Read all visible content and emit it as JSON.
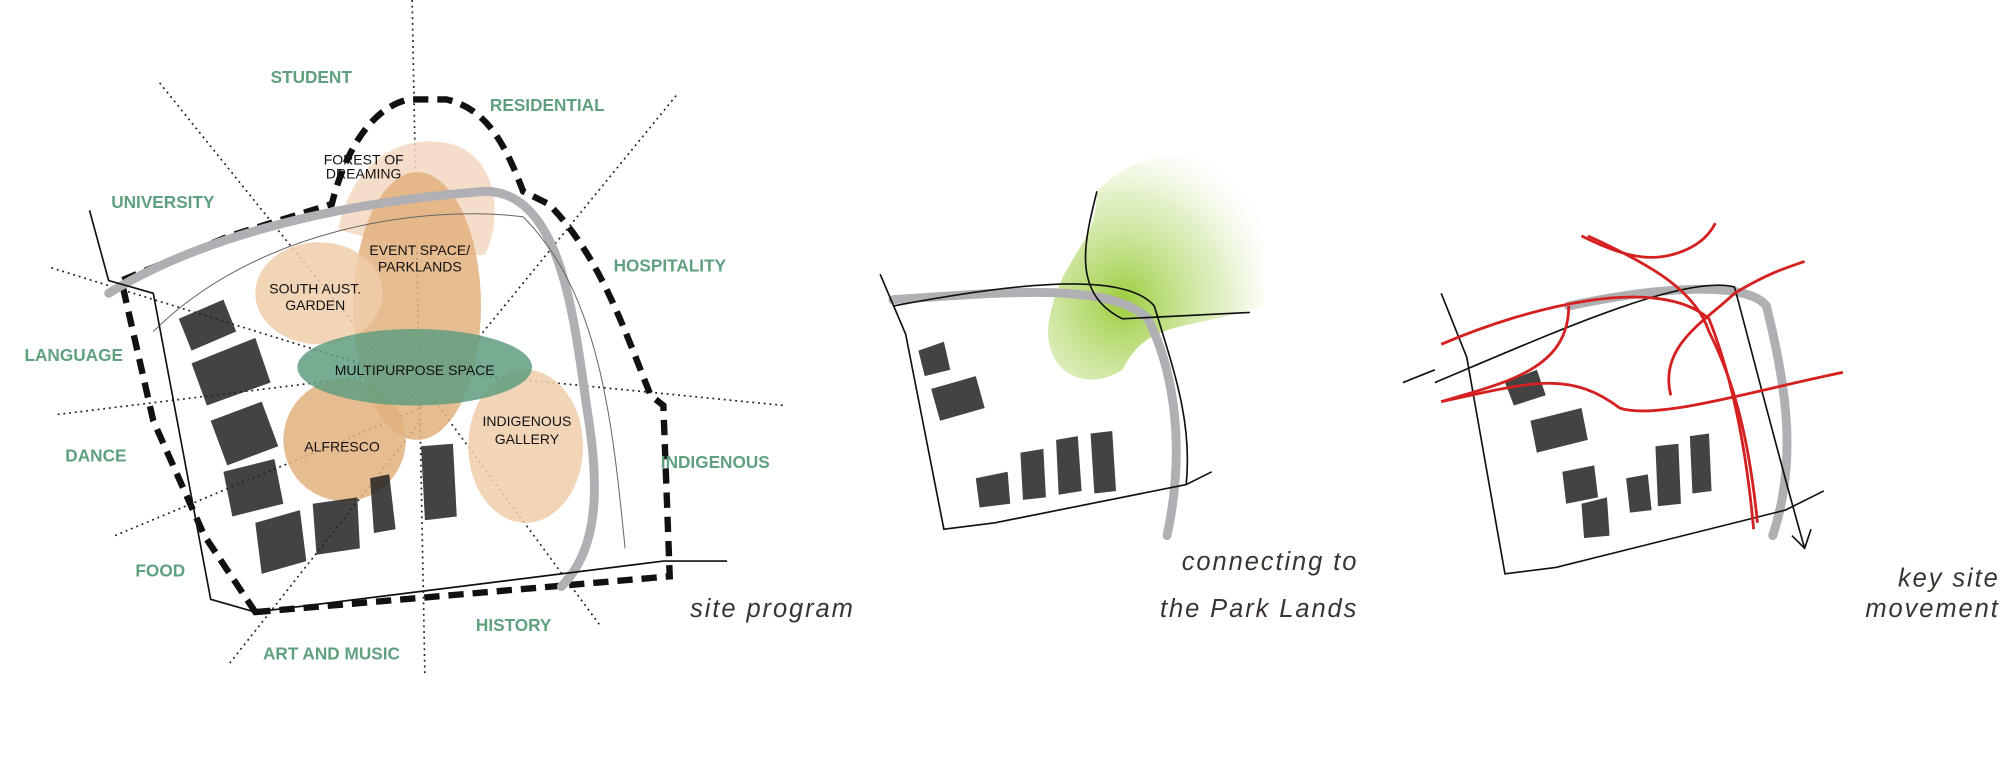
{
  "diagram_1": {
    "caption": "site program",
    "context_labels": [
      "STUDENT",
      "RESIDENTIAL",
      "UNIVERSITY",
      "HOSPITALITY",
      "LANGUAGE",
      "DANCE",
      "INDIGENOUS",
      "FOOD",
      "HISTORY",
      "ART AND MUSIC"
    ],
    "zones": {
      "forest": [
        "FOREST OF",
        "DREAMING"
      ],
      "event": [
        "EVENT SPACE/",
        "PARKLANDS"
      ],
      "garden": [
        "SOUTH AUST.",
        "GARDEN"
      ],
      "multipurpose": "MULTIPURPOSE SPACE",
      "alfresco": "ALFRESCO",
      "gallery": [
        "INDIGENOUS",
        "GALLERY"
      ]
    }
  },
  "diagram_2": {
    "caption": [
      "connecting to",
      "the Park Lands"
    ]
  },
  "diagram_3": {
    "caption": [
      "key site",
      "movement"
    ]
  },
  "colors": {
    "context": "#5fa07f",
    "zone_orange": "#e2b07e",
    "zone_light": "#f3d8c0",
    "zone_green": "#5f9e80",
    "park_green": "#9ccc3c",
    "movement_red": "#d42020"
  }
}
